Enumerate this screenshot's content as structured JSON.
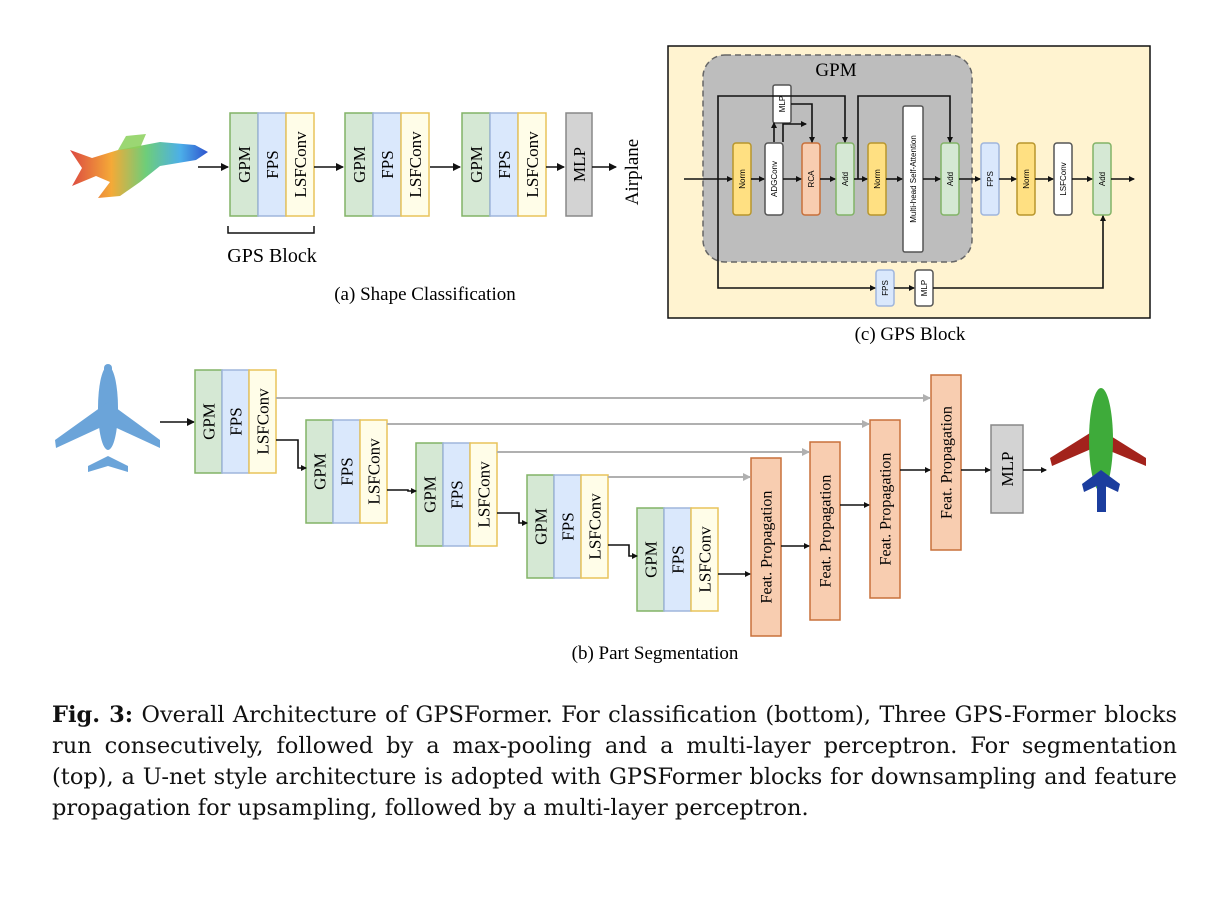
{
  "labels": {
    "gpm": "GPM",
    "fps": "FPS",
    "lsfconv": "LSFConv",
    "mlp": "MLP",
    "feat_prop": "Feat. Propagation",
    "norm": "Norm",
    "adgconv": "ADGConv",
    "rca": "RCA",
    "add": "Add",
    "mhsa": "Multi-head Self-Attention"
  },
  "panel_a": {
    "output_label": "Airplane",
    "block_label": "GPS Block",
    "caption": "(a) Shape Classification"
  },
  "panel_b": {
    "caption": "(b) Part Segmentation"
  },
  "panel_c": {
    "title": "GPM",
    "caption": "(c) GPS Block"
  },
  "figure_caption": {
    "label": "Fig. 3:",
    "text": " Overall Architecture of GPSFormer. For classification (bottom), Three GPS-Former blocks run consecutively, followed by a max-pooling and a multi-layer perceptron. For segmentation (top), a U-net style architecture is adopted with GPSFormer blocks for downsampling and feature propagation for upsampling, followed by a multi-layer perceptron."
  },
  "colors": {
    "gpm_fill": "#d5e8d4",
    "gpm_stroke": "#82b366",
    "fps_fill": "#dae8fc",
    "fps_stroke": "#9fb5dc",
    "lsf_fill": "#fffde8",
    "lsf_stroke": "#e8c35a",
    "mlp_fill": "#d3d3d3",
    "mlp_stroke": "#888888",
    "prop_fill": "#f8cdb0",
    "prop_stroke": "#c8703a",
    "norm_fill": "#ffe082",
    "norm_stroke": "#b8962c",
    "rca_fill": "#f8cdb0",
    "add_fill": "#d5e8d4",
    "panel_c_bg": "#fff3d0",
    "gpm_region": "#bdbdbd",
    "skip_arrow": "#b0b0b0"
  }
}
